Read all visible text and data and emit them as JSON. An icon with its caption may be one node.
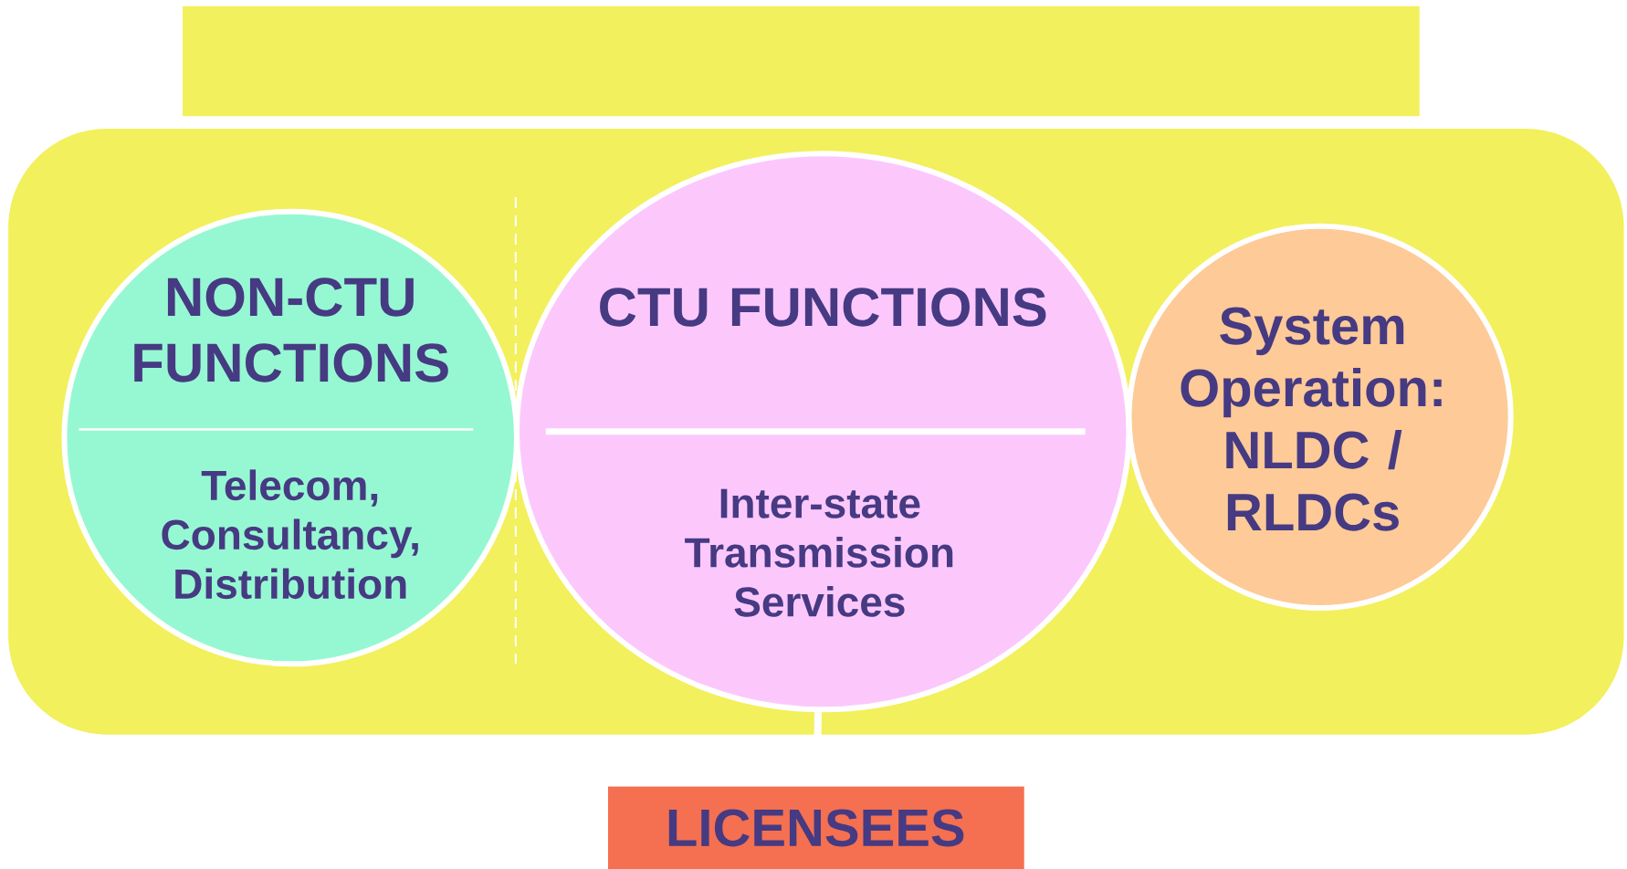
{
  "diagram": {
    "nodes": [
      {
        "text": [],
        "shape": "box"
      },
      {
        "text": [],
        "shape": "box"
      },
      {
        "text": [
          "NON-CTU FUNCTIONS",
          "Telecom, Consultancy, Distribution"
        ],
        "in": 1
      },
      {
        "text": [
          "CTU FUNCTIONS",
          "Inter-state Transmission Services"
        ],
        "in": 1
      },
      {
        "text": [
          "System Operation: NLDC / RLDCs"
        ],
        "in": 1
      },
      {
        "text": [
          "LICENSEES"
        ]
      }
    ],
    "edges": [
      {
        "from": 3,
        "to": 5,
        "arrow": "none"
      }
    ]
  }
}
